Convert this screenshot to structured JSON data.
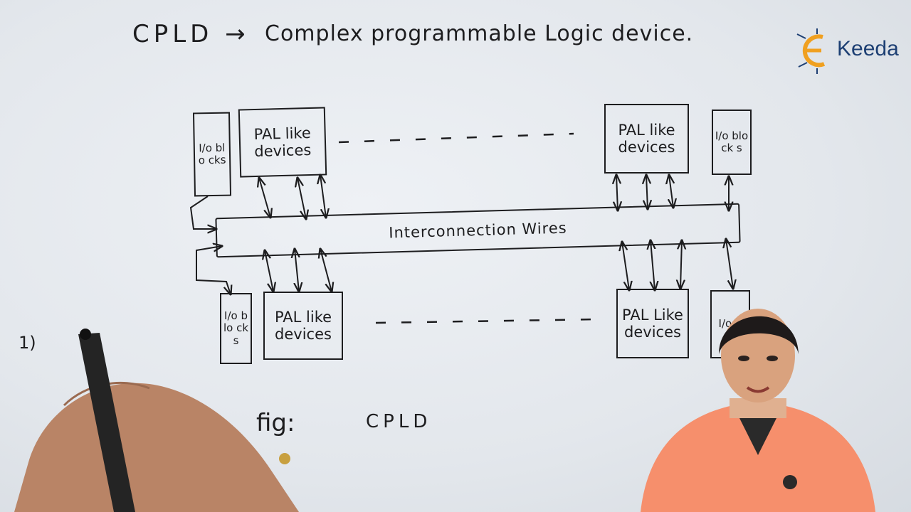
{
  "title": {
    "prefix": "CPLD →",
    "rest": "Complex programmable Logic device."
  },
  "logo": {
    "text": "Keeda"
  },
  "diagram": {
    "top_left_io": "I/o blo cks",
    "top_left_pal": "PAL like devices",
    "top_right_pal": "PAL like devices",
    "top_right_io": "I/o block s",
    "bus_label": "Interconnection Wires",
    "bottom_left_io": "I/o blo cks",
    "bottom_left_pal": "PAL like devices",
    "bottom_right_pal": "PAL Like devices",
    "bottom_right_io": "I/o b"
  },
  "caption": {
    "label": "fig:",
    "name": "CPLD"
  },
  "side_marker": "1)",
  "colors": {
    "ink": "#1d1d1f",
    "board": "#e6e9ee",
    "logo_orange": "#f0a020",
    "logo_blue": "#1d3f73",
    "shirt": "#f68f6c"
  },
  "icons": [
    "ekeeda-logo",
    "pen",
    "presenter"
  ]
}
